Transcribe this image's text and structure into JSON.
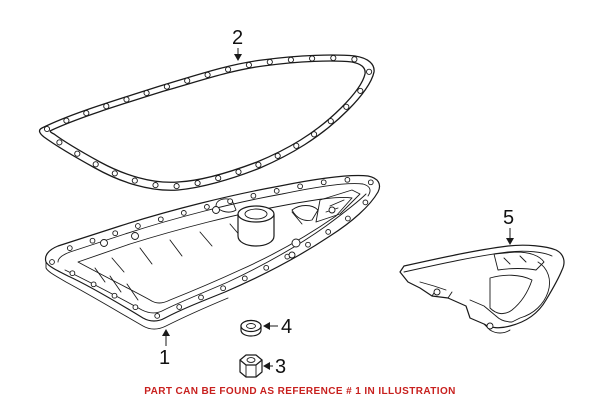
{
  "parts": [
    {
      "id": "pan",
      "callout": "1"
    },
    {
      "id": "gasket",
      "callout": "2"
    },
    {
      "id": "drain-plug",
      "callout": "3"
    },
    {
      "id": "washer",
      "callout": "4"
    },
    {
      "id": "filter",
      "callout": "5"
    }
  ],
  "footer_note": "PART CAN BE FOUND AS REFERENCE # 1 IN ILLUSTRATION",
  "colors": {
    "footer_note": "#c8201e",
    "line": "#1a1a1a"
  }
}
